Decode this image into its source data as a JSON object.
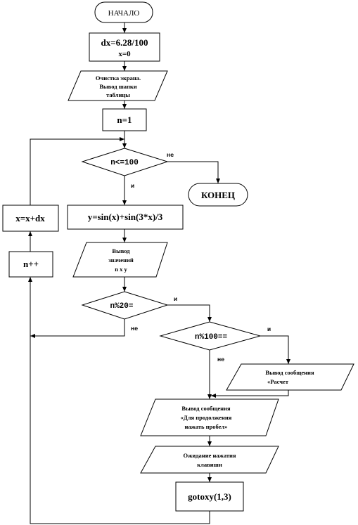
{
  "nodes": {
    "start": "НАЧАЛО",
    "init_line1": "dx=6.28/100",
    "init_line2": "x=0",
    "clear_line1": "Очистка экрана.",
    "clear_line2": "Вывод  шапки",
    "clear_line3": "таблицы",
    "n_init": "n=1",
    "cond_loop": "n<=100",
    "end": "КОНЕЦ",
    "x_inc": "x=x+dx",
    "calc_y": "y=sin(x)+sin(3*x)/3",
    "n_inc": "n++",
    "output_line1": "Вывод",
    "output_line2": "значений",
    "output_line3": "n  x  y",
    "cond_mod20": "n%20=",
    "cond_mod100": "n%100==",
    "msg_done_line1": "Вывод сообщения",
    "msg_done_line2": "«Расчет",
    "msg_continue_line1": "Вывод сообщения",
    "msg_continue_line2": "«Для продолжения",
    "msg_continue_line3": "нажать пробел»",
    "wait_line1": "Ожидание нажатия",
    "wait_line2": "клавиши",
    "gotoxy": "gotoxy(1,3)"
  },
  "edge_labels": {
    "loop_no": "не",
    "loop_yes": "и",
    "mod20_yes": "и",
    "mod20_no": "не",
    "mod100_yes": "и",
    "mod100_no": "не"
  }
}
